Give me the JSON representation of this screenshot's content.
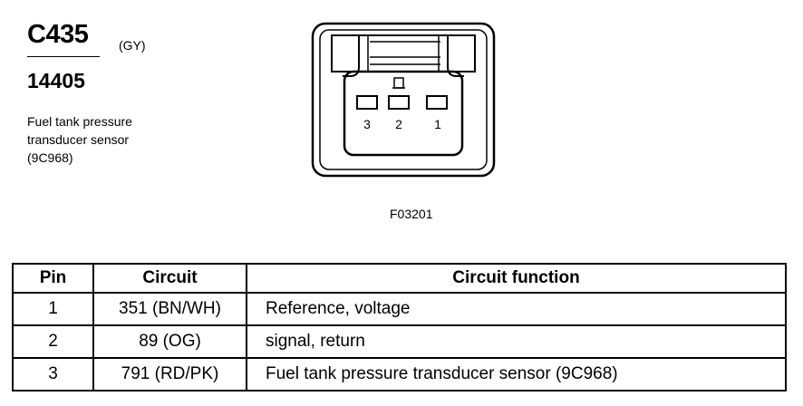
{
  "connector": {
    "id": "C435",
    "color_code": "(GY)",
    "part_number": "14405",
    "description_lines": [
      "Fuel tank pressure",
      "transducer sensor",
      "(9C968)"
    ],
    "figure_ref": "F03201",
    "pin_labels": [
      "3",
      "2",
      "1"
    ]
  },
  "table": {
    "headers": [
      "Pin",
      "Circuit",
      "Circuit function"
    ],
    "rows": [
      {
        "pin": "1",
        "circuit": "351 (BN/WH)",
        "function": "Reference, voltage"
      },
      {
        "pin": "2",
        "circuit": "89 (OG)",
        "function": "signal, return"
      },
      {
        "pin": "3",
        "circuit": "791 (RD/PK)",
        "function": "Fuel tank pressure transducer sensor (9C968)"
      }
    ]
  }
}
